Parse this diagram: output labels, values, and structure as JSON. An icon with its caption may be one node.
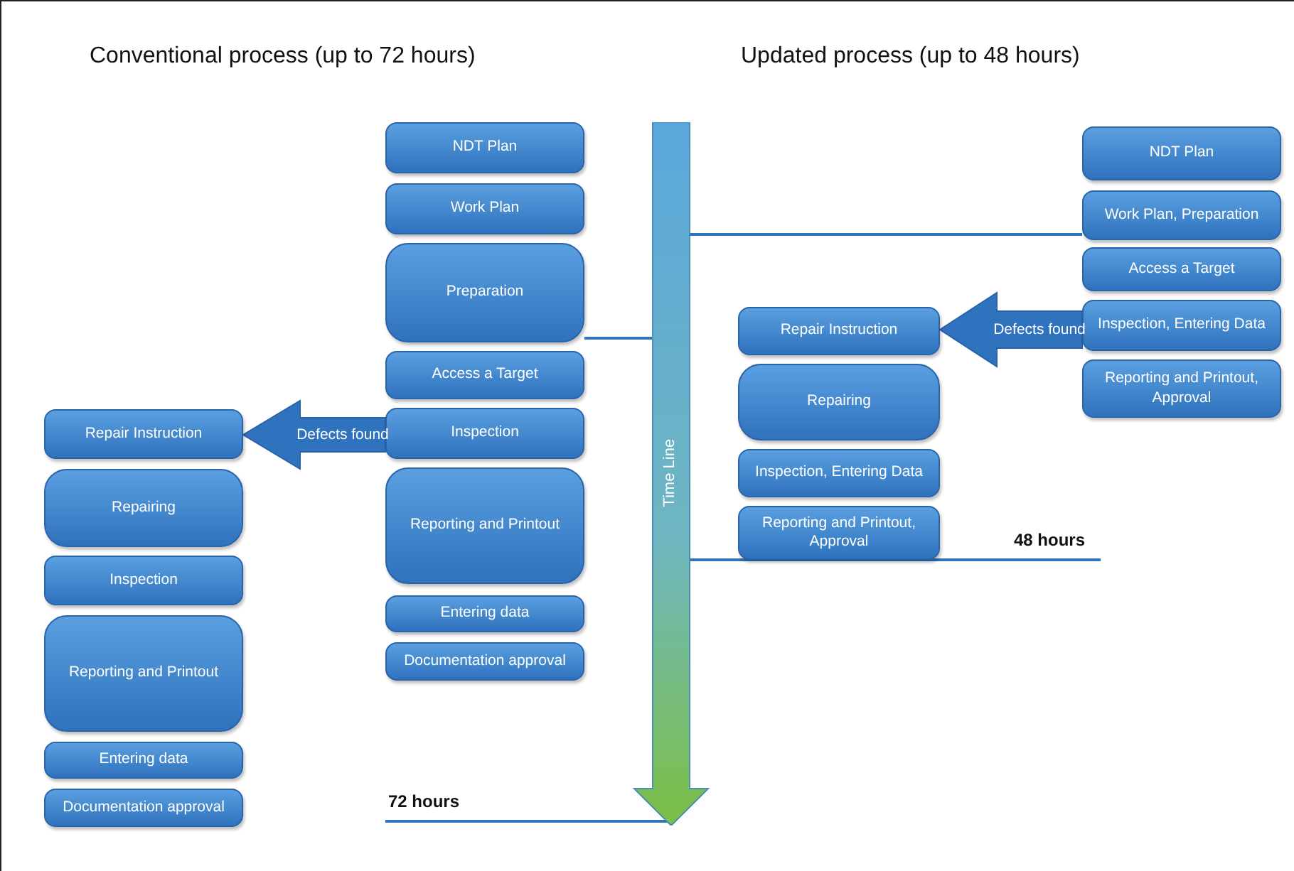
{
  "diagram": {
    "nodes": [
      {
        "text": [
          "NDT Plan"
        ]
      },
      {
        "text": [
          "Work Plan"
        ]
      },
      {
        "text": [
          "Preparation"
        ]
      },
      {
        "text": [
          "Access a Target"
        ]
      },
      {
        "text": [
          "Inspection"
        ]
      },
      {
        "text": [
          "Reporting and Printout"
        ]
      },
      {
        "text": [
          "Entering data"
        ]
      },
      {
        "text": [
          "Documentation approval"
        ]
      },
      {
        "text": [
          "Repair Instruction"
        ]
      },
      {
        "text": [
          "Repairing"
        ]
      },
      {
        "text": [
          "Inspection"
        ]
      },
      {
        "text": [
          "Reporting and Printout"
        ]
      },
      {
        "text": [
          "Entering data"
        ]
      },
      {
        "text": [
          "Documentation approval"
        ]
      },
      {
        "text": [
          "Time Line"
        ]
      },
      {
        "text": [
          "NDT Plan"
        ]
      },
      {
        "text": [
          "Work Plan, Preparation"
        ]
      },
      {
        "text": [
          "Access a Target"
        ]
      },
      {
        "text": [
          "Inspection, Entering Data"
        ]
      },
      {
        "text": [
          "Reporting and Printout, Approval"
        ]
      },
      {
        "text": [
          "Repair Instruction"
        ]
      },
      {
        "text": [
          "Repairing"
        ]
      },
      {
        "text": [
          "Inspection, Entering Data"
        ]
      },
      {
        "text": [
          "Reporting and Printout, Approval"
        ]
      }
    ],
    "edges": [
      {
        "from": 4,
        "to": 8,
        "arrow": "to",
        "label": "Defects found",
        "style": "thick"
      },
      {
        "from": 18,
        "to": 20,
        "arrow": "to",
        "label": "Defects found",
        "style": "thick"
      },
      {
        "from": 2,
        "to": 14,
        "arrow": "none"
      },
      {
        "from": 14,
        "to": 16,
        "arrow": "none"
      }
    ],
    "labels": [
      "Conventional process (up to 72 hours)",
      "Updated process (up to 48 hours)",
      "72 hours",
      "48 hours"
    ]
  }
}
